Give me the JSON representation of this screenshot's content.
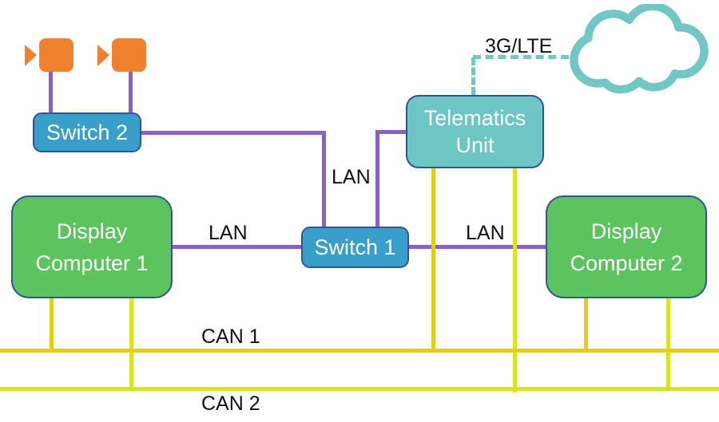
{
  "diagram": {
    "title_hint": "vehicle network topology diagram",
    "nodes": {
      "switch2": {
        "label": "Switch 2"
      },
      "switch1": {
        "label": "Switch 1"
      },
      "telematics": {
        "label_line1": "Telematics",
        "label_line2": "Unit"
      },
      "display1": {
        "label_line1": "Display",
        "label_line2": "Computer 1"
      },
      "display2": {
        "label_line1": "Display",
        "label_line2": "Computer 2"
      }
    },
    "labels": {
      "cellular": "3G/LTE",
      "lan_top": "LAN",
      "lan_left": "LAN",
      "lan_right": "LAN",
      "can1": "CAN 1",
      "can2": "CAN 2"
    },
    "icons": {
      "camera1": "camera-icon",
      "camera2": "camera-icon",
      "cloud": "cloud-icon"
    },
    "colors": {
      "lan_line": "#8C5FC6",
      "can1_line": "#E8CB15",
      "can2_line": "#D8E322",
      "node_switch_fill": "#3A9ECB",
      "node_display_fill": "#5CC35E",
      "node_telematics_fill": "#6EC6C4",
      "node_border": "#2F5597",
      "camera_fill": "#F0812F",
      "cloud_stroke": "#72C7C4",
      "cellular_line": "#72C7C4",
      "label_text": "#111111",
      "node_text": "#FFFFFF"
    }
  }
}
